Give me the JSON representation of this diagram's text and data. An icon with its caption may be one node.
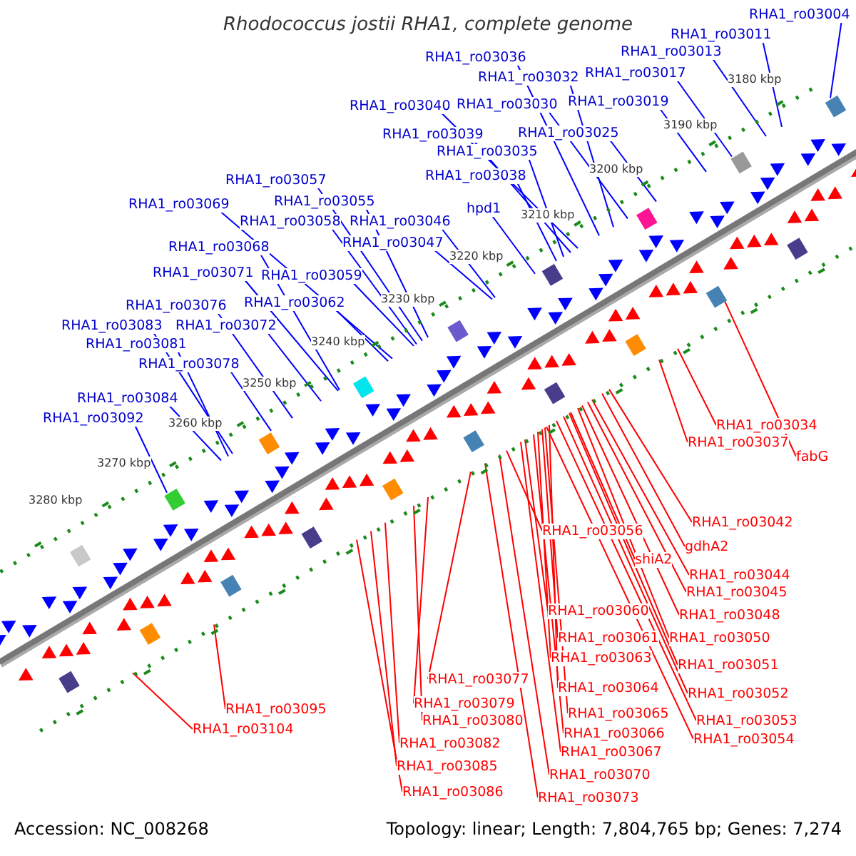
{
  "diagram": {
    "title": "Rhodococcus jostii RHA1, complete genome",
    "nodes": [
      {
        "text": [
          "RHA1_ro03004"
        ]
      },
      {
        "text": [
          "RHA1_ro03011"
        ]
      },
      {
        "text": [
          "RHA1_ro03013"
        ]
      },
      {
        "text": [
          "RHA1_ro03017"
        ]
      },
      {
        "text": [
          "RHA1_ro03019"
        ]
      },
      {
        "text": [
          "RHA1_ro03025"
        ]
      },
      {
        "text": [
          "RHA1_ro03030"
        ]
      },
      {
        "text": [
          "RHA1_ro03032"
        ]
      },
      {
        "text": [
          "RHA1_ro03036"
        ]
      },
      {
        "text": [
          "RHA1_ro03040"
        ]
      },
      {
        "text": [
          "RHA1_ro03039"
        ]
      },
      {
        "text": [
          "RHA1_ro03035"
        ]
      },
      {
        "text": [
          "RHA1_ro03038"
        ]
      },
      {
        "text": [
          "hpd1"
        ]
      },
      {
        "text": [
          "RHA1_ro03046"
        ]
      },
      {
        "text": [
          "RHA1_ro03047"
        ]
      },
      {
        "text": [
          "RHA1_ro03055"
        ]
      },
      {
        "text": [
          "RHA1_ro03057"
        ]
      },
      {
        "text": [
          "RHA1_ro03058"
        ]
      },
      {
        "text": [
          "RHA1_ro03069"
        ]
      },
      {
        "text": [
          "RHA1_ro03068"
        ]
      },
      {
        "text": [
          "RHA1_ro03071"
        ]
      },
      {
        "text": [
          "RHA1_ro03059"
        ]
      },
      {
        "text": [
          "RHA1_ro03062"
        ]
      },
      {
        "text": [
          "RHA1_ro03076"
        ]
      },
      {
        "text": [
          "RHA1_ro03072"
        ]
      },
      {
        "text": [
          "RHA1_ro03083"
        ]
      },
      {
        "text": [
          "RHA1_ro03081"
        ]
      },
      {
        "text": [
          "RHA1_ro03078"
        ]
      },
      {
        "text": [
          "RHA1_ro03084"
        ]
      },
      {
        "text": [
          "RHA1_ro03092"
        ]
      },
      {
        "text": [
          "RHA1_ro03034"
        ]
      },
      {
        "text": [
          "RHA1_ro03037"
        ]
      },
      {
        "text": [
          "fabG"
        ]
      },
      {
        "text": [
          "RHA1_ro03042"
        ]
      },
      {
        "text": [
          "gdhA2"
        ]
      },
      {
        "text": [
          "RHA1_ro03056"
        ]
      },
      {
        "text": [
          "shiA2"
        ]
      },
      {
        "text": [
          "RHA1_ro03044"
        ]
      },
      {
        "text": [
          "RHA1_ro03045"
        ]
      },
      {
        "text": [
          "RHA1_ro03048"
        ]
      },
      {
        "text": [
          "RHA1_ro03050"
        ]
      },
      {
        "text": [
          "RHA1_ro03060"
        ]
      },
      {
        "text": [
          "RHA1_ro03061"
        ]
      },
      {
        "text": [
          "RHA1_ro03063"
        ]
      },
      {
        "text": [
          "RHA1_ro03051"
        ]
      },
      {
        "text": [
          "RHA1_ro03052"
        ]
      },
      {
        "text": [
          "RHA1_ro03064"
        ]
      },
      {
        "text": [
          "RHA1_ro03053"
        ]
      },
      {
        "text": [
          "RHA1_ro03054"
        ]
      },
      {
        "text": [
          "RHA1_ro03065"
        ]
      },
      {
        "text": [
          "RHA1_ro03066"
        ]
      },
      {
        "text": [
          "RHA1_ro03067"
        ]
      },
      {
        "text": [
          "RHA1_ro03070"
        ]
      },
      {
        "text": [
          "RHA1_ro03073"
        ]
      },
      {
        "text": [
          "RHA1_ro03077"
        ]
      },
      {
        "text": [
          "RHA1_ro03079"
        ]
      },
      {
        "text": [
          "RHA1_ro03080"
        ]
      },
      {
        "text": [
          "RHA1_ro03082"
        ]
      },
      {
        "text": [
          "RHA1_ro03085"
        ]
      },
      {
        "text": [
          "RHA1_ro03086"
        ]
      },
      {
        "text": [
          "RHA1_ro03095"
        ]
      },
      {
        "text": [
          "RHA1_ro03104"
        ]
      }
    ],
    "edges": [
      {
        "from": 0,
        "to": null,
        "arrow": "none",
        "color": "#0000ff"
      },
      {
        "from": 1,
        "to": null,
        "arrow": "none",
        "color": "#0000ff"
      },
      {
        "from": 2,
        "to": null,
        "arrow": "none",
        "color": "#0000ff"
      },
      {
        "from": 3,
        "to": null,
        "arrow": "none",
        "color": "#0000ff"
      },
      {
        "from": 4,
        "to": null,
        "arrow": "none",
        "color": "#0000ff"
      },
      {
        "from": 5,
        "to": null,
        "arrow": "none",
        "color": "#0000ff"
      },
      {
        "from": 6,
        "to": null,
        "arrow": "none",
        "color": "#0000ff"
      },
      {
        "from": 7,
        "to": null,
        "arrow": "none",
        "color": "#0000ff"
      },
      {
        "from": 8,
        "to": null,
        "arrow": "none",
        "color": "#0000ff"
      },
      {
        "from": 9,
        "to": null,
        "arrow": "none",
        "color": "#0000ff"
      },
      {
        "from": 10,
        "to": null,
        "arrow": "none",
        "color": "#0000ff"
      },
      {
        "from": 11,
        "to": null,
        "arrow": "none",
        "color": "#0000ff"
      },
      {
        "from": 12,
        "to": null,
        "arrow": "none",
        "color": "#0000ff"
      },
      {
        "from": 13,
        "to": null,
        "arrow": "none",
        "color": "#0000ff"
      },
      {
        "from": 14,
        "to": null,
        "arrow": "none",
        "color": "#0000ff"
      },
      {
        "from": 15,
        "to": null,
        "arrow": "none",
        "color": "#0000ff"
      },
      {
        "from": 16,
        "to": null,
        "arrow": "none",
        "color": "#0000ff"
      },
      {
        "from": 17,
        "to": null,
        "arrow": "none",
        "color": "#0000ff"
      },
      {
        "from": 18,
        "to": null,
        "arrow": "none",
        "color": "#0000ff"
      },
      {
        "from": 19,
        "to": null,
        "arrow": "none",
        "color": "#0000ff"
      },
      {
        "from": 20,
        "to": null,
        "arrow": "none",
        "color": "#0000ff"
      },
      {
        "from": 21,
        "to": null,
        "arrow": "none",
        "color": "#0000ff"
      },
      {
        "from": 22,
        "to": null,
        "arrow": "none",
        "color": "#0000ff"
      },
      {
        "from": 23,
        "to": null,
        "arrow": "none",
        "color": "#0000ff"
      },
      {
        "from": 24,
        "to": null,
        "arrow": "none",
        "color": "#0000ff"
      },
      {
        "from": 25,
        "to": null,
        "arrow": "none",
        "color": "#0000ff"
      },
      {
        "from": 26,
        "to": null,
        "arrow": "none",
        "color": "#0000ff"
      },
      {
        "from": 27,
        "to": null,
        "arrow": "none",
        "color": "#0000ff"
      },
      {
        "from": 28,
        "to": null,
        "arrow": "none",
        "color": "#0000ff"
      },
      {
        "from": 29,
        "to": null,
        "arrow": "none",
        "color": "#0000ff"
      },
      {
        "from": 30,
        "to": null,
        "arrow": "none",
        "color": "#0000ff"
      },
      {
        "from": 31,
        "to": null,
        "arrow": "none"
      },
      {
        "from": 32,
        "to": null,
        "arrow": "none"
      },
      {
        "from": 33,
        "to": null,
        "arrow": "none"
      },
      {
        "from": 34,
        "to": null,
        "arrow": "none"
      },
      {
        "from": 35,
        "to": null,
        "arrow": "none"
      },
      {
        "from": 36,
        "to": null,
        "arrow": "none"
      },
      {
        "from": 37,
        "to": null,
        "arrow": "none"
      },
      {
        "from": 38,
        "to": null,
        "arrow": "none"
      },
      {
        "from": 39,
        "to": null,
        "arrow": "none"
      },
      {
        "from": 40,
        "to": null,
        "arrow": "none"
      },
      {
        "from": 41,
        "to": null,
        "arrow": "none"
      },
      {
        "from": 42,
        "to": null,
        "arrow": "none"
      },
      {
        "from": 43,
        "to": null,
        "arrow": "none"
      },
      {
        "from": 44,
        "to": null,
        "arrow": "none"
      },
      {
        "from": 45,
        "to": null,
        "arrow": "none"
      },
      {
        "from": 46,
        "to": null,
        "arrow": "none"
      },
      {
        "from": 47,
        "to": null,
        "arrow": "none"
      },
      {
        "from": 48,
        "to": null,
        "arrow": "none"
      },
      {
        "from": 49,
        "to": null,
        "arrow": "none"
      },
      {
        "from": 50,
        "to": null,
        "arrow": "none"
      },
      {
        "from": 51,
        "to": null,
        "arrow": "none"
      },
      {
        "from": 52,
        "to": null,
        "arrow": "none"
      },
      {
        "from": 53,
        "to": null,
        "arrow": "none"
      },
      {
        "from": 54,
        "to": null,
        "arrow": "none"
      },
      {
        "from": 55,
        "to": null,
        "arrow": "none"
      },
      {
        "from": 56,
        "to": null,
        "arrow": "none"
      },
      {
        "from": 57,
        "to": null,
        "arrow": "none"
      },
      {
        "from": 58,
        "to": null,
        "arrow": "none"
      },
      {
        "from": 59,
        "to": null,
        "arrow": "none"
      },
      {
        "from": 60,
        "to": null,
        "arrow": "none"
      },
      {
        "from": 61,
        "to": null,
        "arrow": "none"
      },
      {
        "from": 62,
        "to": null,
        "arrow": "none"
      }
    ],
    "labels": [
      "3180 kbp",
      "3190 kbp",
      "3200 kbp",
      "3210 kbp",
      "3220 kbp",
      "3230 kbp",
      "3240 kbp",
      "3250 kbp",
      "3260 kbp",
      "3270 kbp",
      "3280 kbp",
      "Accession: NC_008268",
      "Topology: linear; Length: 7,804,765 bp; Genes: 7,274"
    ]
  }
}
